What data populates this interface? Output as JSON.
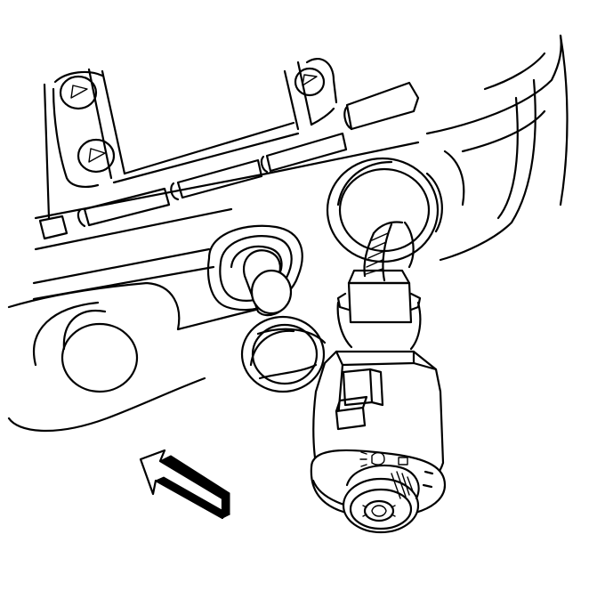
{
  "figure": {
    "kind": "line-art",
    "components": [
      "dashboard-bezel",
      "display-screen",
      "arrow-buttons",
      "vent-bezel",
      "knob",
      "socket-openings",
      "wire-connector",
      "headlamp-switch",
      "install-arrow"
    ],
    "colors": {
      "ink": "#000000",
      "paper": "#ffffff"
    }
  }
}
